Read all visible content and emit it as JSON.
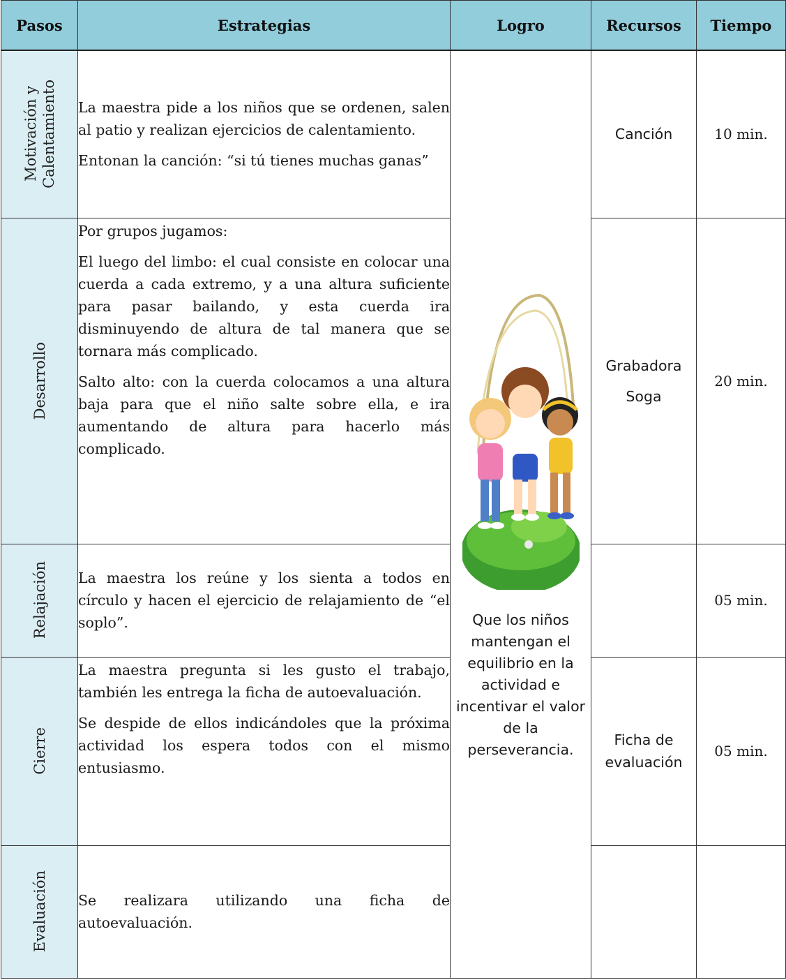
{
  "headers": {
    "pasos": "Pasos",
    "estrategias": "Estrategias",
    "logro": "Logro",
    "recursos": "Recursos",
    "tiempo": "Tiempo"
  },
  "colors": {
    "header_bg": "#92cddc",
    "step_bg": "#dbeef4"
  },
  "logro": {
    "image_icon": "children-jumping-rope-illustration",
    "text": "Que los niños mantengan el equilibrio en la actividad e incentivar el valor de la perseverancia."
  },
  "rows": [
    {
      "step": "Motivación y\nCalentamiento",
      "paragraphs": [
        "La maestra pide a los niños que se ordenen, salen al patio y realizan ejercicios de calentamiento.",
        "Entonan la canción: “si tú tienes muchas ganas”"
      ],
      "resources": [
        "Canción"
      ],
      "time": "10 min."
    },
    {
      "step": "Desarrollo",
      "paragraphs": [
        "Por grupos jugamos:",
        "El luego del limbo: el cual consiste en colocar una cuerda a cada extremo, y a una altura suficiente para pasar bailando, y esta cuerda ira disminuyendo de altura de tal manera que se tornara más complicado.",
        "Salto alto: con la cuerda colocamos a una altura baja para que el niño salte sobre ella, e ira aumentando de altura para hacerlo más complicado."
      ],
      "resources": [
        "Grabadora",
        "Soga"
      ],
      "time": "20 min."
    },
    {
      "step": "Relajación",
      "paragraphs": [
        "La maestra los reúne y los sienta a todos en círculo y hacen el ejercicio de relajamiento de “el soplo”."
      ],
      "resources": [],
      "time": "05 min."
    },
    {
      "step": "Cierre",
      "paragraphs": [
        "La maestra pregunta si les gusto el trabajo, también les entrega la ficha de autoevaluación.",
        "Se despide de ellos indicándoles que la próxima actividad los espera todos con el mismo entusiasmo."
      ],
      "resources": [
        "Ficha de",
        "evaluación"
      ],
      "time": "05 min."
    },
    {
      "step": "Evaluación",
      "paragraphs": [
        "Se realizara utilizando una ficha de autoevaluación."
      ],
      "resources": [],
      "time": ""
    }
  ]
}
